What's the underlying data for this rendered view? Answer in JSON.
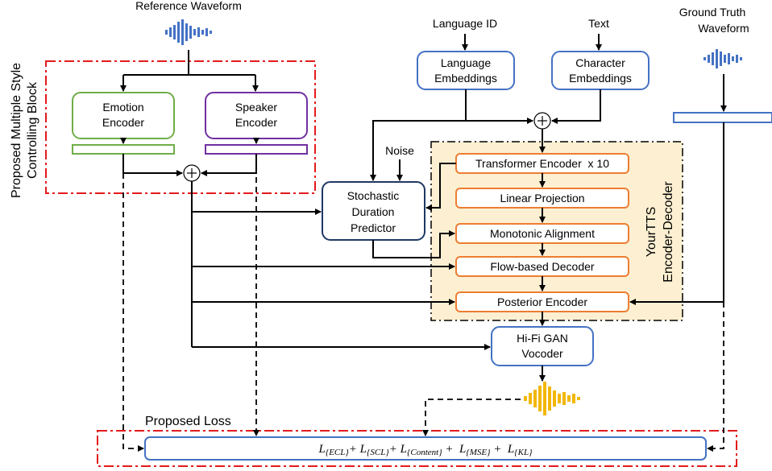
{
  "title_top": "Reference Waveform",
  "ground_truth": {
    "line1": "Ground Truth",
    "line2": "Waveform"
  },
  "style_block": {
    "label_line1": "Proposed Multiple Style",
    "label_line2": "Controlling Block"
  },
  "emotion_encoder": {
    "line1": "Emotion",
    "line2": "Encoder"
  },
  "speaker_encoder": {
    "line1": "Speaker",
    "line2": "Encoder"
  },
  "language_id": "Language ID",
  "text_input": "Text",
  "language_embeddings": {
    "line1": "Language",
    "line2": "Embeddings"
  },
  "character_embeddings": {
    "line1": "Character",
    "line2": "Embeddings"
  },
  "noise": "Noise",
  "duration_predictor": {
    "line1": "Stochastic",
    "line2": "Duration",
    "line3": "Predictor"
  },
  "yourtts": {
    "transformer": "Transformer Encoder  x 10",
    "linear": "Linear Projection",
    "monotonic": "Monotonic Alignment",
    "flow": "Flow-based Decoder",
    "posterior": "Posterior Encoder",
    "label_line1": "YourTTS",
    "label_line2": "Encoder-Decoder"
  },
  "vocoder": {
    "line1": "Hi-Fi GAN",
    "line2": "Vocoder"
  },
  "loss": {
    "label": "Proposed Loss",
    "terms": [
      {
        "sym": "L",
        "sub": "{ECL}",
        "op": "+"
      },
      {
        "sym": "L",
        "sub": "{SCL}",
        "op": "+"
      },
      {
        "sym": "L",
        "sub": "{Content}",
        "op": " + "
      },
      {
        "sym": "L",
        "sub": "{MSE}",
        "op": " + "
      },
      {
        "sym": "L",
        "sub": "{KL}",
        "op": ""
      }
    ]
  },
  "plus_symbol": "+",
  "colors": {
    "blue": "#4472c4",
    "green": "#70ad47",
    "purple": "#7030a0",
    "orange": "#ed7d31",
    "navy": "#1f3864",
    "red": "#e31a1c",
    "yellow_fill": "#fdf0d2",
    "wave_blue": "#4472c4",
    "wave_gold": "#f2b705"
  }
}
